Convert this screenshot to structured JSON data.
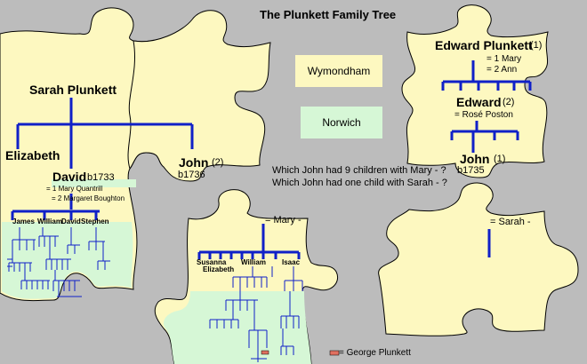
{
  "title": "The Plunkett Family Tree",
  "legend": {
    "wymondham": {
      "label": "Wymondham",
      "color": "#fdf8c0"
    },
    "norwich": {
      "label": "Norwich",
      "color": "#d6f7d6"
    },
    "george": {
      "label": "= George Plunkett",
      "color": "#e07060"
    }
  },
  "questions": [
    "Which John had 9 children with Mary - ?",
    "Which John had one child with Sarah - ?"
  ],
  "piece1": {
    "sarah": "Sarah Plunkett",
    "elizabeth": "Elizabeth",
    "david": "David",
    "david_birth": "b1733",
    "david_spouse1": "= 1 Mary  Quantrill",
    "david_spouse2": "= 2 Margaret  Boughton",
    "john": "John",
    "john_num": "(2)",
    "john_birth": "b1736",
    "children": [
      "James",
      "William",
      "David",
      "Stephen"
    ]
  },
  "piece2": {
    "edward1": "Edward Plunkett",
    "edward1_num": "(1)",
    "spouse1": "= 1 Mary",
    "spouse2": "= 2 Ann",
    "edward2": "Edward",
    "edward2_num": "(2)",
    "edward2_spouse": "= Rosé Poston",
    "john": "John",
    "john_num": "(1)",
    "john_birth": "b1735"
  },
  "piece3": {
    "mary": "= Mary -",
    "children": [
      "Susanna",
      "Elizabeth",
      "William",
      "Isaac"
    ]
  },
  "piece4": {
    "sarah": "= Sarah -"
  },
  "colors": {
    "line": "#1020c8",
    "piece": "#fdf8c0",
    "norwich": "#d6f7d6",
    "edge": "#000000",
    "bg": "#bcbcbc"
  }
}
